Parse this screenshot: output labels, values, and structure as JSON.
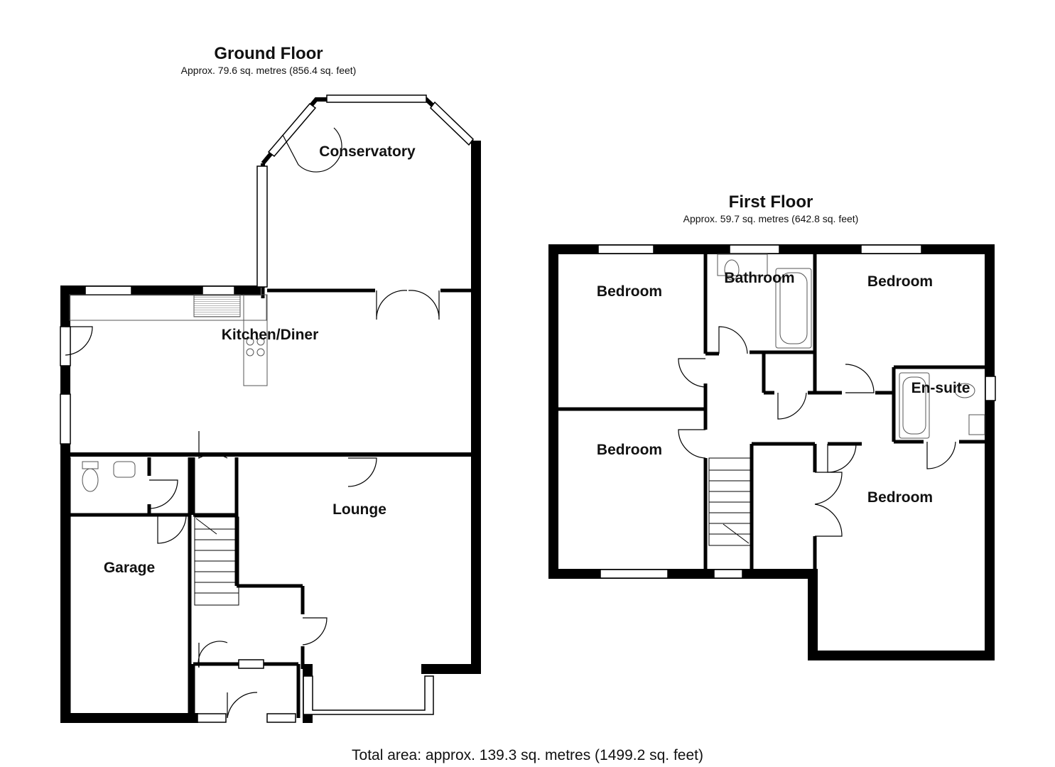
{
  "ground_floor": {
    "title": "Ground Floor",
    "area": "Approx. 79.6 sq. metres (856.4 sq. feet)",
    "rooms": {
      "conservatory": "Conservatory",
      "kitchen_diner": "Kitchen/Diner",
      "lounge": "Lounge",
      "garage": "Garage"
    }
  },
  "first_floor": {
    "title": "First Floor",
    "area": "Approx. 59.7 sq. metres (642.8 sq. feet)",
    "rooms": {
      "bedroom_top_left": "Bedroom",
      "bathroom": "Bathroom",
      "bedroom_top_right": "Bedroom",
      "ensuite": "En-suite",
      "bedroom_bottom_left": "Bedroom",
      "bedroom_bottom_right": "Bedroom"
    }
  },
  "total_area": "Total area: approx. 139.3 sq. metres (1499.2 sq. feet)",
  "colors": {
    "wall": "#000000",
    "window": "#ffffff",
    "fixture": "#555555"
  }
}
